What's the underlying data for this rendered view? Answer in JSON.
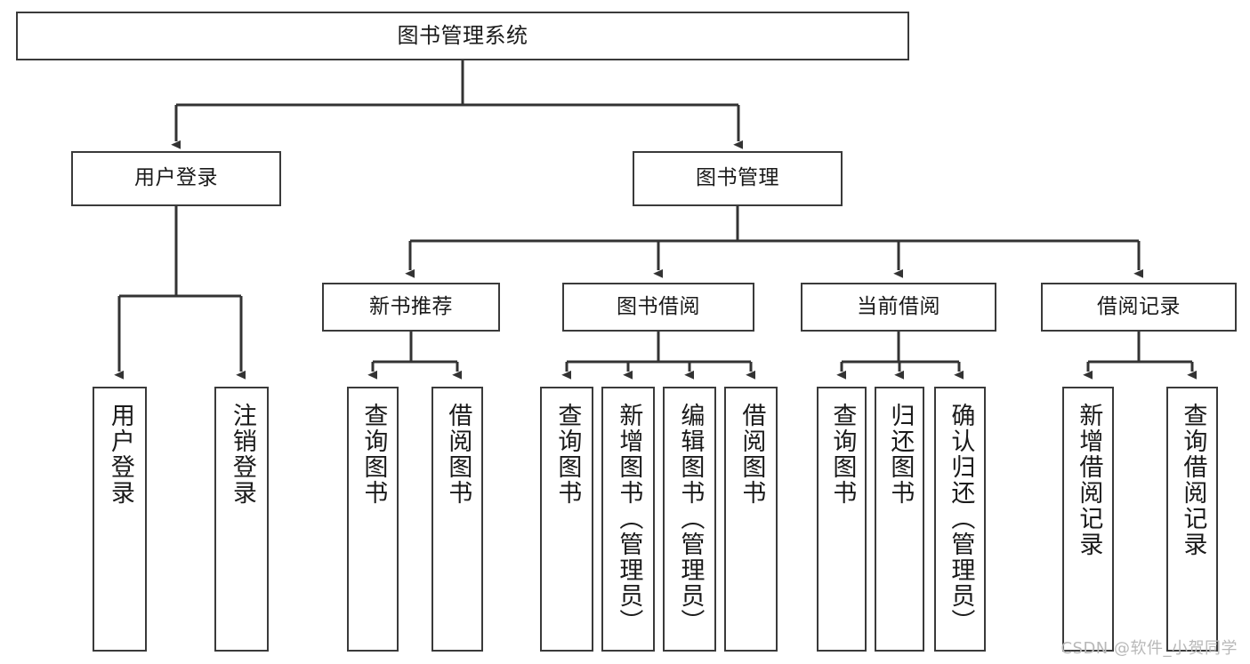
{
  "diagram": {
    "type": "tree-hierarchy",
    "title": "图书管理系统",
    "watermark": "CSDN @软件_小贺同学",
    "colors": {
      "box_border": "#3a3a3a",
      "box_fill": "#ffffff",
      "connector": "#333333",
      "text": "#1a1a1a",
      "watermark": "#b8b8b8"
    },
    "nodes": {
      "root": {
        "label": "图书管理系统",
        "level": 1,
        "orientation": "horizontal"
      },
      "l2": [
        {
          "id": "user-login",
          "label": "用户登录",
          "level": 2,
          "orientation": "horizontal"
        },
        {
          "id": "book-manage",
          "label": "图书管理",
          "level": 2,
          "orientation": "horizontal"
        }
      ],
      "l3": [
        {
          "id": "new-book-recommend",
          "label": "新书推荐",
          "level": 3,
          "orientation": "horizontal"
        },
        {
          "id": "book-borrow",
          "label": "图书借阅",
          "level": 3,
          "orientation": "horizontal"
        },
        {
          "id": "current-borrow",
          "label": "当前借阅",
          "level": 3,
          "orientation": "horizontal"
        },
        {
          "id": "borrow-record",
          "label": "借阅记录",
          "level": 3,
          "orientation": "horizontal"
        }
      ],
      "leaves": [
        {
          "id": "leaf-user-login",
          "label": "用户登录",
          "parent": "user-login",
          "orientation": "vertical"
        },
        {
          "id": "leaf-logout-login",
          "label": "注销登录",
          "parent": "user-login",
          "orientation": "vertical"
        },
        {
          "id": "leaf-query-book-1",
          "label": "查询图书",
          "parent": "new-book-recommend",
          "orientation": "vertical"
        },
        {
          "id": "leaf-borrow-book-1",
          "label": "借阅图书",
          "parent": "new-book-recommend",
          "orientation": "vertical"
        },
        {
          "id": "leaf-query-book-2",
          "label": "查询图书",
          "parent": "book-borrow",
          "orientation": "vertical"
        },
        {
          "id": "leaf-add-book",
          "label": "新增图书（管理员）",
          "parent": "book-borrow",
          "orientation": "vertical"
        },
        {
          "id": "leaf-edit-book",
          "label": "编辑图书（管理员）",
          "parent": "book-borrow",
          "orientation": "vertical"
        },
        {
          "id": "leaf-borrow-book-2",
          "label": "借阅图书",
          "parent": "book-borrow",
          "orientation": "vertical"
        },
        {
          "id": "leaf-query-book-3",
          "label": "查询图书",
          "parent": "current-borrow",
          "orientation": "vertical"
        },
        {
          "id": "leaf-return-book",
          "label": "归还图书",
          "parent": "current-borrow",
          "orientation": "vertical"
        },
        {
          "id": "leaf-confirm-return",
          "label": "确认归还（管理员）",
          "parent": "current-borrow",
          "orientation": "vertical"
        },
        {
          "id": "leaf-add-record",
          "label": "新增借阅记录",
          "parent": "borrow-record",
          "orientation": "vertical"
        },
        {
          "id": "leaf-query-record",
          "label": "查询借阅记录",
          "parent": "borrow-record",
          "orientation": "vertical"
        }
      ]
    }
  }
}
